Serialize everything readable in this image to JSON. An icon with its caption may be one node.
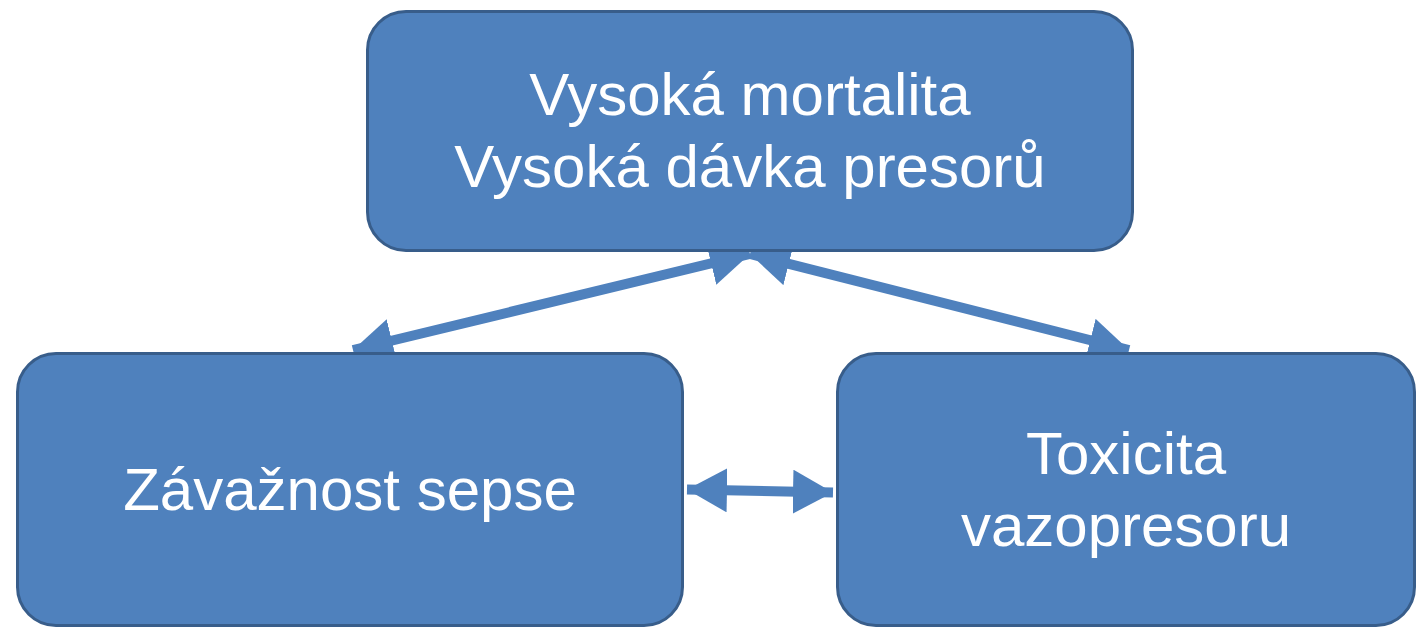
{
  "diagram": {
    "nodes": [
      {
        "text": [
          "Vysoká mortalita",
          "Vysoká dávka presorů"
        ]
      },
      {
        "text": [
          "Závažnost sepse"
        ]
      },
      {
        "text": [
          "Toxicita vazopresoru"
        ]
      }
    ],
    "edges": [
      {
        "from": 0,
        "to": 1,
        "arrow": "both"
      },
      {
        "from": 0,
        "to": 2,
        "arrow": "both"
      },
      {
        "from": 1,
        "to": 2,
        "arrow": "both"
      }
    ]
  }
}
